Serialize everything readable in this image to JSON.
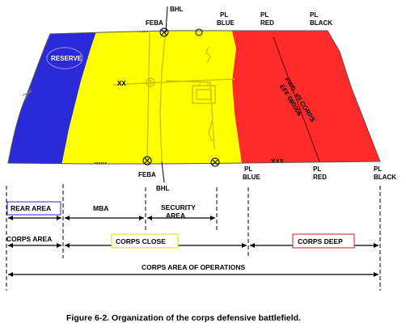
{
  "top_labels": {
    "bhl": "BHL",
    "feba": "FEBA",
    "pl_blue": [
      "PL",
      "BLUE"
    ],
    "pl_red": [
      "PL",
      "RED"
    ],
    "pl_black": [
      "PL",
      "BLACK"
    ]
  },
  "bottom_labels": {
    "feba": "FEBA",
    "bhl": "BHL",
    "pl_blue": [
      "PL",
      "BLUE"
    ],
    "pl_red": [
      "PL",
      "RED"
    ],
    "pl_black": [
      "PL",
      "BLACK"
    ]
  },
  "map_labels": {
    "reserve": "RESERVE",
    "fwd_line_1": "FWD. VII CORPS",
    "fwd_line_2": "EFF 080006",
    "boundary_marks": "XX",
    "corps_boundary": "XXX"
  },
  "zones": {
    "rear_area": "REAR AREA",
    "mba": "MBA",
    "security_area": [
      "SECURITY",
      "AREA"
    ],
    "corps_area": "CORPS AREA",
    "corps_close": "CORPS CLOSE",
    "corps_deep": "CORPS DEEP",
    "corps_area_of_operations": "CORPS AREA OF OPERATIONS"
  },
  "colors": {
    "rear": "#2a2ad8",
    "main": "#ffff00",
    "deep": "#ff2a2a",
    "rear_box": "#2a2ad8",
    "close_box": "#e8d800",
    "deep_box": "#cc2222"
  },
  "caption": "Figure 6-2. Organization of the corps defensive battlefield."
}
